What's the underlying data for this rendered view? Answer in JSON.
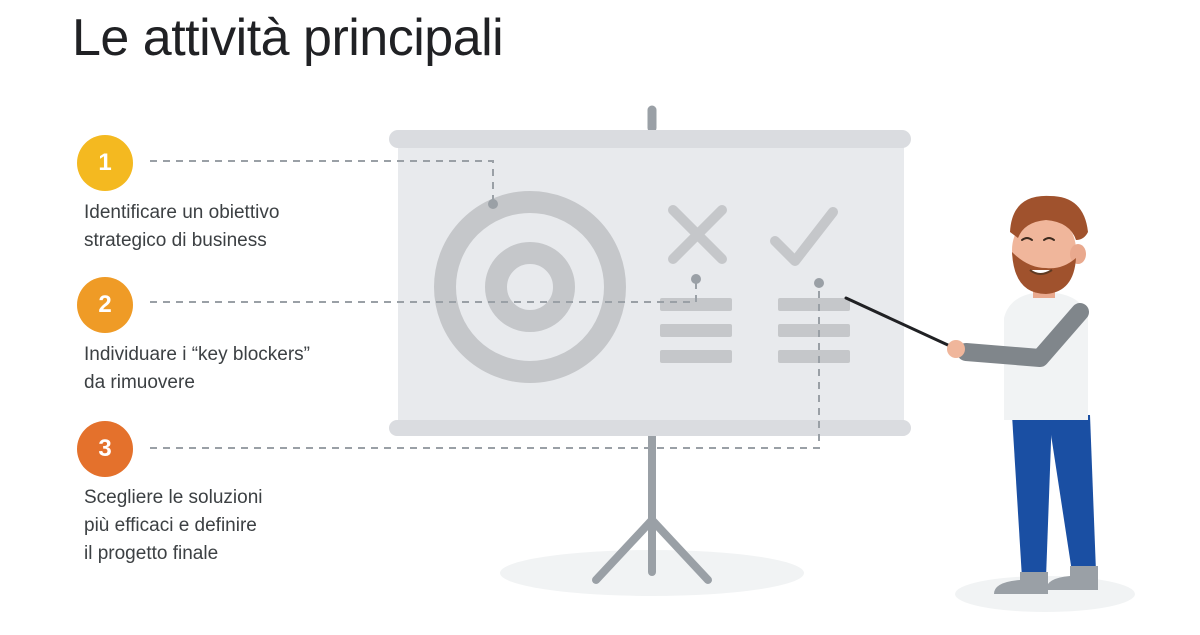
{
  "title": "Le attività principali",
  "colors": {
    "step1": "#f4b920",
    "step2": "#ef9b26",
    "step3": "#e4712c",
    "screen": "#e8eaed",
    "frame": "#dadce0",
    "icon": "#c5c7ca",
    "stand": "#9aa0a6",
    "leader": "#9aa0a6"
  },
  "steps": [
    {
      "number": "1",
      "lines": [
        "Identificare un obiettivo",
        "strategico di business"
      ]
    },
    {
      "number": "2",
      "lines": [
        "Individuare i “key blockers”",
        "da rimuovere"
      ]
    },
    {
      "number": "3",
      "lines": [
        "Scegliere le soluzioni",
        "più efficaci e definire",
        "il progetto finale"
      ]
    }
  ],
  "icons": {
    "target": "target-icon",
    "cross": "cross-icon",
    "check": "check-icon"
  }
}
